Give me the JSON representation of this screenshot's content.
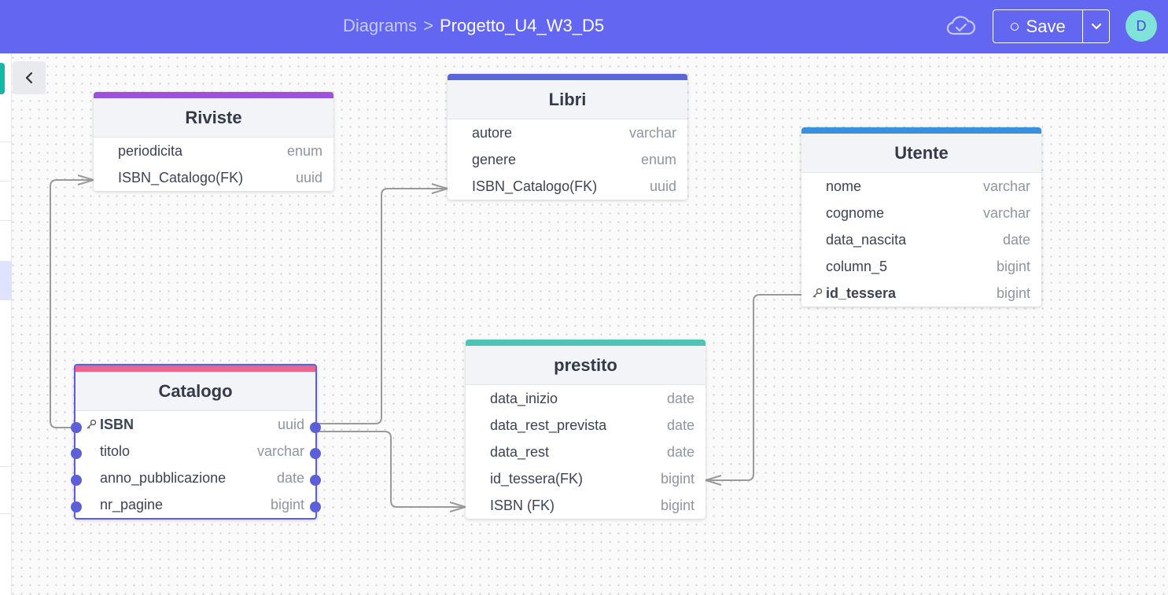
{
  "header": {
    "breadcrumb_root": "Diagrams",
    "breadcrumb_sep": ">",
    "title": "Progetto_U4_W3_D5",
    "save_label": "Save",
    "avatar_letter": "D"
  },
  "tables": {
    "riviste": {
      "name": "Riviste",
      "color": "#9b51e0",
      "columns": [
        {
          "name": "periodicita",
          "type": "enum"
        },
        {
          "name": "ISBN_Catalogo(FK)",
          "type": "uuid"
        }
      ]
    },
    "libri": {
      "name": "Libri",
      "color": "#5a67d8",
      "columns": [
        {
          "name": "autore",
          "type": "varchar"
        },
        {
          "name": "genere",
          "type": "enum"
        },
        {
          "name": "ISBN_Catalogo(FK)",
          "type": "uuid"
        }
      ]
    },
    "utente": {
      "name": "Utente",
      "color": "#3b8fde",
      "columns": [
        {
          "name": "nome",
          "type": "varchar"
        },
        {
          "name": "cognome",
          "type": "varchar"
        },
        {
          "name": "data_nascita",
          "type": "date"
        },
        {
          "name": "column_5",
          "type": "bigint"
        },
        {
          "name": "id_tessera",
          "type": "bigint"
        }
      ]
    },
    "catalogo": {
      "name": "Catalogo",
      "color": "#f0618f",
      "columns": [
        {
          "name": "ISBN",
          "type": "uuid"
        },
        {
          "name": "titolo",
          "type": "varchar"
        },
        {
          "name": "anno_pubblicazione",
          "type": "date"
        },
        {
          "name": "nr_pagine",
          "type": "bigint"
        }
      ]
    },
    "prestito": {
      "name": "prestito",
      "color": "#4fc4b4",
      "columns": [
        {
          "name": "data_inizio",
          "type": "date"
        },
        {
          "name": "data_rest_prevista",
          "type": "date"
        },
        {
          "name": "data_rest",
          "type": "date"
        },
        {
          "name": "id_tessera(FK)",
          "type": "bigint"
        },
        {
          "name": "ISBN (FK)",
          "type": "bigint"
        }
      ]
    }
  },
  "icons": {
    "cloud": "cloud-check-icon",
    "caret": "chevron-down-icon",
    "collapse": "chevron-left-icon",
    "key": "key-icon"
  }
}
